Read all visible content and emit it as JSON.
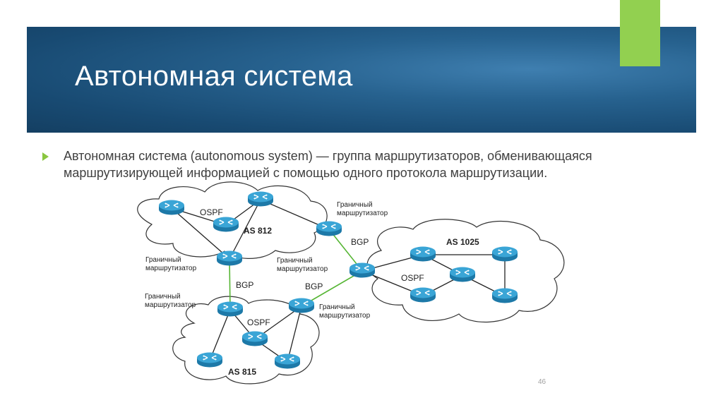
{
  "slide": {
    "title": "Автономная система",
    "bullet_text": "Автономная система (autonomous system) — группа маршрутизаторов, обменивающаяся маршрутизирующей информацией с помощью одного протокола маршрутизации.",
    "page_number": "46"
  },
  "colors": {
    "banner": "#1b4d78",
    "accent": "#92d050",
    "bullet": "#8ac640",
    "router": "#2a93c4",
    "bgp_link": "#55b533"
  },
  "diagram": {
    "as812": {
      "label": "AS 812",
      "protocol": "OSPF",
      "border_router": "Граничный\nмаршрутизатор"
    },
    "as812_right_border": "Граничный\nмаршрутизатор",
    "as815": {
      "label": "AS 815",
      "protocol": "OSPF",
      "border_router_left": "Граничный\nмаршрутизатор",
      "border_router_right": "Граничный\nмаршрутизатор"
    },
    "as1025": {
      "label": "AS 1025",
      "protocol": "OSPF",
      "border_router": "Граничный\nмаршрутизатор"
    },
    "bgp_labels": [
      "BGP",
      "BGP",
      "BGP"
    ]
  }
}
